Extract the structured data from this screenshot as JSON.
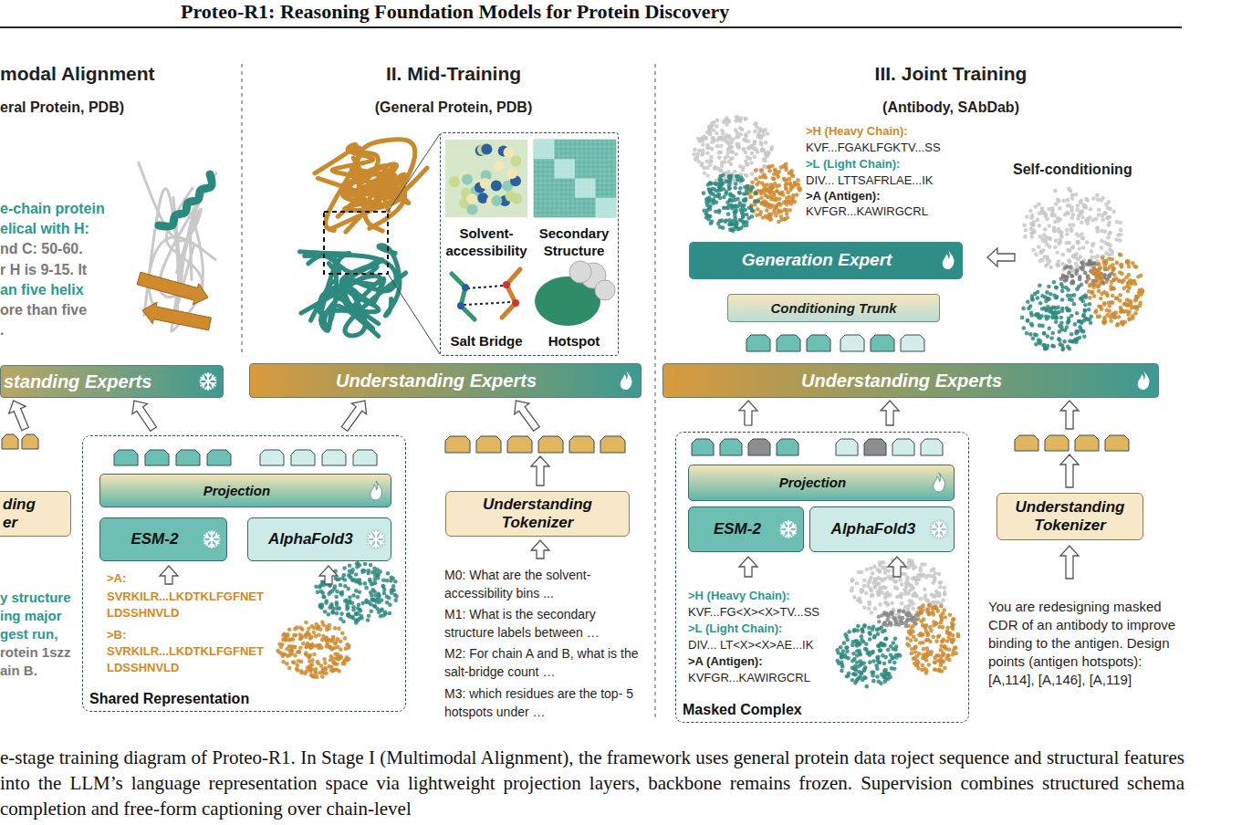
{
  "diagram": {
    "title": "Proteo-R1: Reasoning Foundation Models for Protein Discovery",
    "caption": "e-stage training diagram of Proteo-R1. In Stage I (Multimodal Alignment), the framework uses general protein data roject sequence and structural features into the LLM’s language representation space via lightweight projection layers, backbone remains frozen. Supervision combines structured schema completion and free-form captioning over chain-level",
    "nodes": [
      {
        "text": [
          "standing Experts"
        ]
      },
      {
        "text": [
          "ding er"
        ]
      },
      {
        "text": [
          "Shared Representation"
        ]
      },
      {
        "text": [
          "Projection"
        ],
        "in": 2
      },
      {
        "text": [
          "ESM-2"
        ],
        "in": 2
      },
      {
        "text": [
          "AlphaFold3"
        ],
        "in": 2
      },
      {
        "text": [
          "Solvent- accessibility",
          "Secondary Structure",
          "Salt Bridge",
          "Hotspot"
        ]
      },
      {
        "text": [
          "Understanding Experts"
        ]
      },
      {
        "text": [
          "Understanding Tokenizer"
        ]
      },
      {
        "text": [
          "Generation Expert"
        ]
      },
      {
        "text": [
          "Conditioning Trunk"
        ]
      },
      {
        "text": [
          "Understanding Experts"
        ]
      },
      {
        "text": [
          "Masked Complex"
        ]
      },
      {
        "text": [
          "Projection"
        ],
        "in": 12
      },
      {
        "text": [
          "ESM-2"
        ],
        "in": 12
      },
      {
        "text": [
          "AlphaFold3"
        ],
        "in": 12
      },
      {
        "text": [
          "Understanding Tokenizer"
        ]
      }
    ],
    "edges": [
      {
        "from": 2,
        "to": 0,
        "arrow": "to"
      },
      {
        "from": 1,
        "to": 0,
        "arrow": "to"
      },
      {
        "from": 2,
        "to": 7,
        "arrow": "to"
      },
      {
        "from": 8,
        "to": 7,
        "arrow": "to"
      },
      {
        "from": 12,
        "to": 11,
        "arrow": "to"
      },
      {
        "from": 12,
        "to": 11,
        "arrow": "to"
      },
      {
        "from": 16,
        "to": 11,
        "arrow": "to"
      }
    ],
    "labels": [
      "modal Alignment",
      "eral Protein, PDB)",
      "II. Mid-Training",
      "(General Protein, PDB)",
      "III. Joint Training",
      "(Antibody, SAbDab)",
      "e-chain protein",
      "elical with H:",
      "nd C: 50-60.",
      "r H is 9-15. It",
      "an five helix",
      "ore than five",
      ".",
      "y structure",
      "ing major",
      "gest run,",
      "rotein 1szz",
      "ain B.",
      ">A:",
      "SVRKILR...LKDTKLFGFNET",
      "LDSSHNVLD",
      ">B:",
      "SVRKILR...LKDTKLFGFNET",
      "LDSSHNVLD",
      "M0: What are the solvent- accessibility bins ...",
      "M1: What is the secondary structure labels between …",
      "M2: For chain A and B, what is the salt-bridge count …",
      "M3: which residues are the top- 5 hotspots under …",
      ">H (Heavy Chain):",
      "KVF...FGAKLFGKTV...SS",
      ">L (Light Chain):",
      "DIV... LTTSAFRLAE...IK",
      ">A (Antigen):",
      "KVFGR...KAWIRGCRL",
      "Self-conditioning",
      ">H (Heavy Chain):",
      "KVF...FG<X><X>TV...SS",
      ">L (Light Chain):",
      "DIV... LT<X><X>AE...IK",
      ">A (Antigen):",
      "KVFGR...KAWIRGCRL",
      "You are redesigning masked CDR of an antibody to improve binding to the antigen. Design points (antigen hotspots): [A,114], [A,146], [A,119]"
    ]
  }
}
